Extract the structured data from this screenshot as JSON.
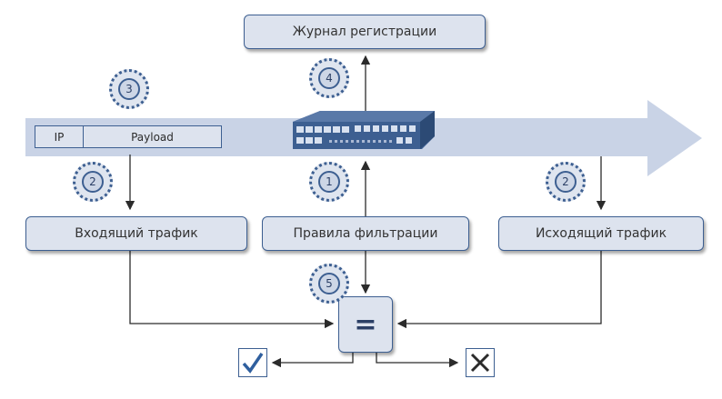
{
  "journal_label": "Журнал регистрации",
  "packet": {
    "ip": "IP",
    "payload": "Payload"
  },
  "boxes": {
    "incoming": "Входящий трафик",
    "rules": "Правила фильтрации",
    "outgoing": "Исходящий трафик"
  },
  "compare_symbol": "=",
  "badges": {
    "b3": "3",
    "b4": "4",
    "b2_left": "2",
    "b1": "1",
    "b2_right": "2",
    "b5": "5"
  },
  "icons": {
    "accept": "checkmark-icon",
    "reject": "cross-icon"
  },
  "colors": {
    "stroke": "#3d5f91",
    "box_fill": "#dde3ee",
    "band": "#c9d3e6",
    "accept": "#2f5f9e"
  }
}
